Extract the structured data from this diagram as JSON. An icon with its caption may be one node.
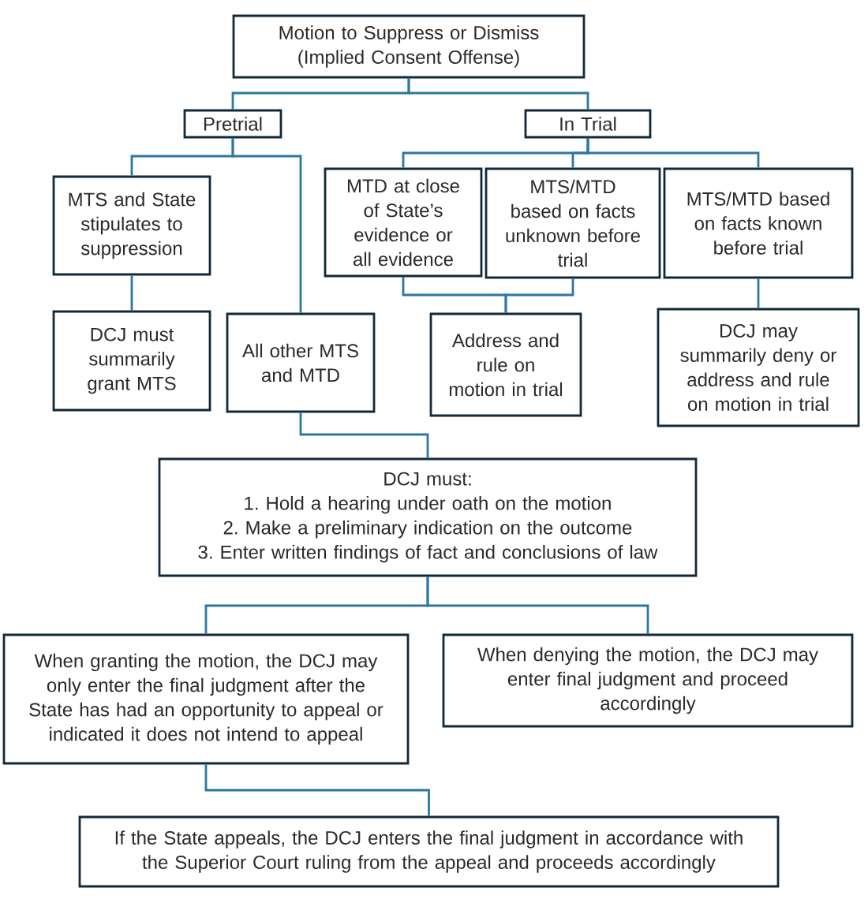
{
  "diagram": {
    "nodes": [
      {
        "text": [
          "Motion to Suppress or Dismiss (Implied Consent Offense)"
        ]
      },
      {
        "text": [
          "Pretrial"
        ]
      },
      {
        "text": [
          "In Trial"
        ]
      },
      {
        "text": [
          "MTS and State stipulates to suppression"
        ]
      },
      {
        "text": [
          "MTD at close of State’s evidence or all evidence"
        ]
      },
      {
        "text": [
          "MTS/MTD based on facts unknown before trial"
        ]
      },
      {
        "text": [
          "MTS/MTD based on facts known before trial"
        ]
      },
      {
        "text": [
          "DCJ must summarily grant MTS"
        ]
      },
      {
        "text": [
          "All other MTS and MTD"
        ]
      },
      {
        "text": [
          "Address and rule on motion in trial"
        ]
      },
      {
        "text": [
          "DCJ may summarily deny or address and rule on motion in trial"
        ]
      },
      {
        "text": [
          "DCJ must:",
          "1. Hold a hearing under oath on the motion",
          "2. Make a preliminary indication on the outcome",
          "3. Enter written findings of fact and conclusions of law"
        ]
      },
      {
        "text": [
          "When granting the motion, the DCJ may only enter the final judgment after the State has had an opportunity to appeal or indicated it does not intend to appeal"
        ]
      },
      {
        "text": [
          "When denying the motion, the DCJ may enter final judgment and proceed accordingly"
        ]
      },
      {
        "text": [
          "If the State appeals, the DCJ enters the final judgment in accordance with the Superior Court ruling from the appeal and proceeds accordingly"
        ]
      }
    ],
    "edges": [
      {
        "from": 0,
        "to": 1,
        "arrow": "none"
      },
      {
        "from": 0,
        "to": 2,
        "arrow": "none"
      },
      {
        "from": 1,
        "to": 3,
        "arrow": "none"
      },
      {
        "from": 1,
        "to": 8,
        "arrow": "none"
      },
      {
        "from": 2,
        "to": 4,
        "arrow": "none"
      },
      {
        "from": 2,
        "to": 5,
        "arrow": "none"
      },
      {
        "from": 2,
        "to": 6,
        "arrow": "none"
      },
      {
        "from": 3,
        "to": 7,
        "arrow": "none"
      },
      {
        "from": 4,
        "to": 9,
        "arrow": "none"
      },
      {
        "from": 5,
        "to": 9,
        "arrow": "none"
      },
      {
        "from": 6,
        "to": 10,
        "arrow": "none"
      },
      {
        "from": 8,
        "to": 11,
        "arrow": "none"
      },
      {
        "from": 11,
        "to": 12,
        "arrow": "none"
      },
      {
        "from": 11,
        "to": 13,
        "arrow": "none"
      },
      {
        "from": 12,
        "to": 14,
        "arrow": "none"
      }
    ]
  }
}
